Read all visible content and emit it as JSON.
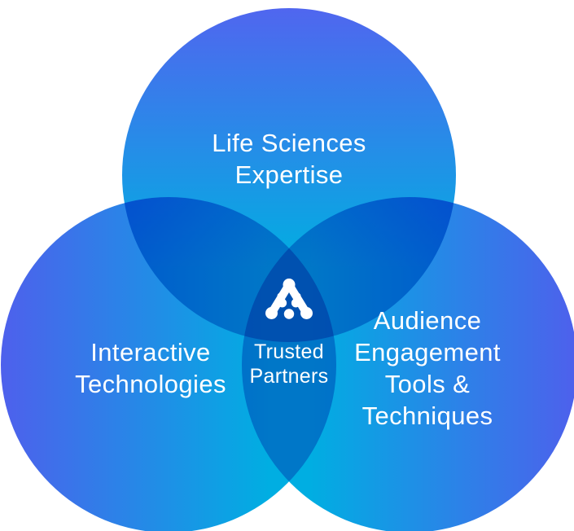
{
  "diagram": {
    "type": "venn",
    "background_color": "#ffffff",
    "text_color": "#ffffff",
    "palette": {
      "indigo_edge": "#5066EF",
      "cyan_edge": "#00AFE1",
      "overlap_pair": "#0580CA",
      "overlap_triple": "#0B5DB1"
    },
    "circles": [
      {
        "id": "top",
        "label": "Life Sciences Expertise",
        "label_lines": [
          "Life Sciences",
          "Expertise"
        ],
        "gradient": [
          "#5066EF",
          "#00AFE1"
        ],
        "gradient_direction": "top-to-bottom"
      },
      {
        "id": "bottom-left",
        "label": "Interactive Technologies",
        "label_lines": [
          "Interactive",
          "Technologies"
        ],
        "gradient": [
          "#4E60EC",
          "#00AEE2"
        ],
        "gradient_direction": "left-to-right"
      },
      {
        "id": "bottom-right",
        "label": "Audience Engagement Tools & Techniques",
        "label_lines": [
          "Audience",
          "Engagement",
          "Tools &",
          "Techniques"
        ],
        "gradient": [
          "#4E60EC",
          "#00AEE2"
        ],
        "gradient_direction": "right-to-left"
      }
    ],
    "center": {
      "label": "Trusted Partners",
      "label_lines": [
        "Trusted",
        "Partners"
      ],
      "icon": "node-a-logo-icon",
      "icon_color": "#ffffff"
    }
  }
}
